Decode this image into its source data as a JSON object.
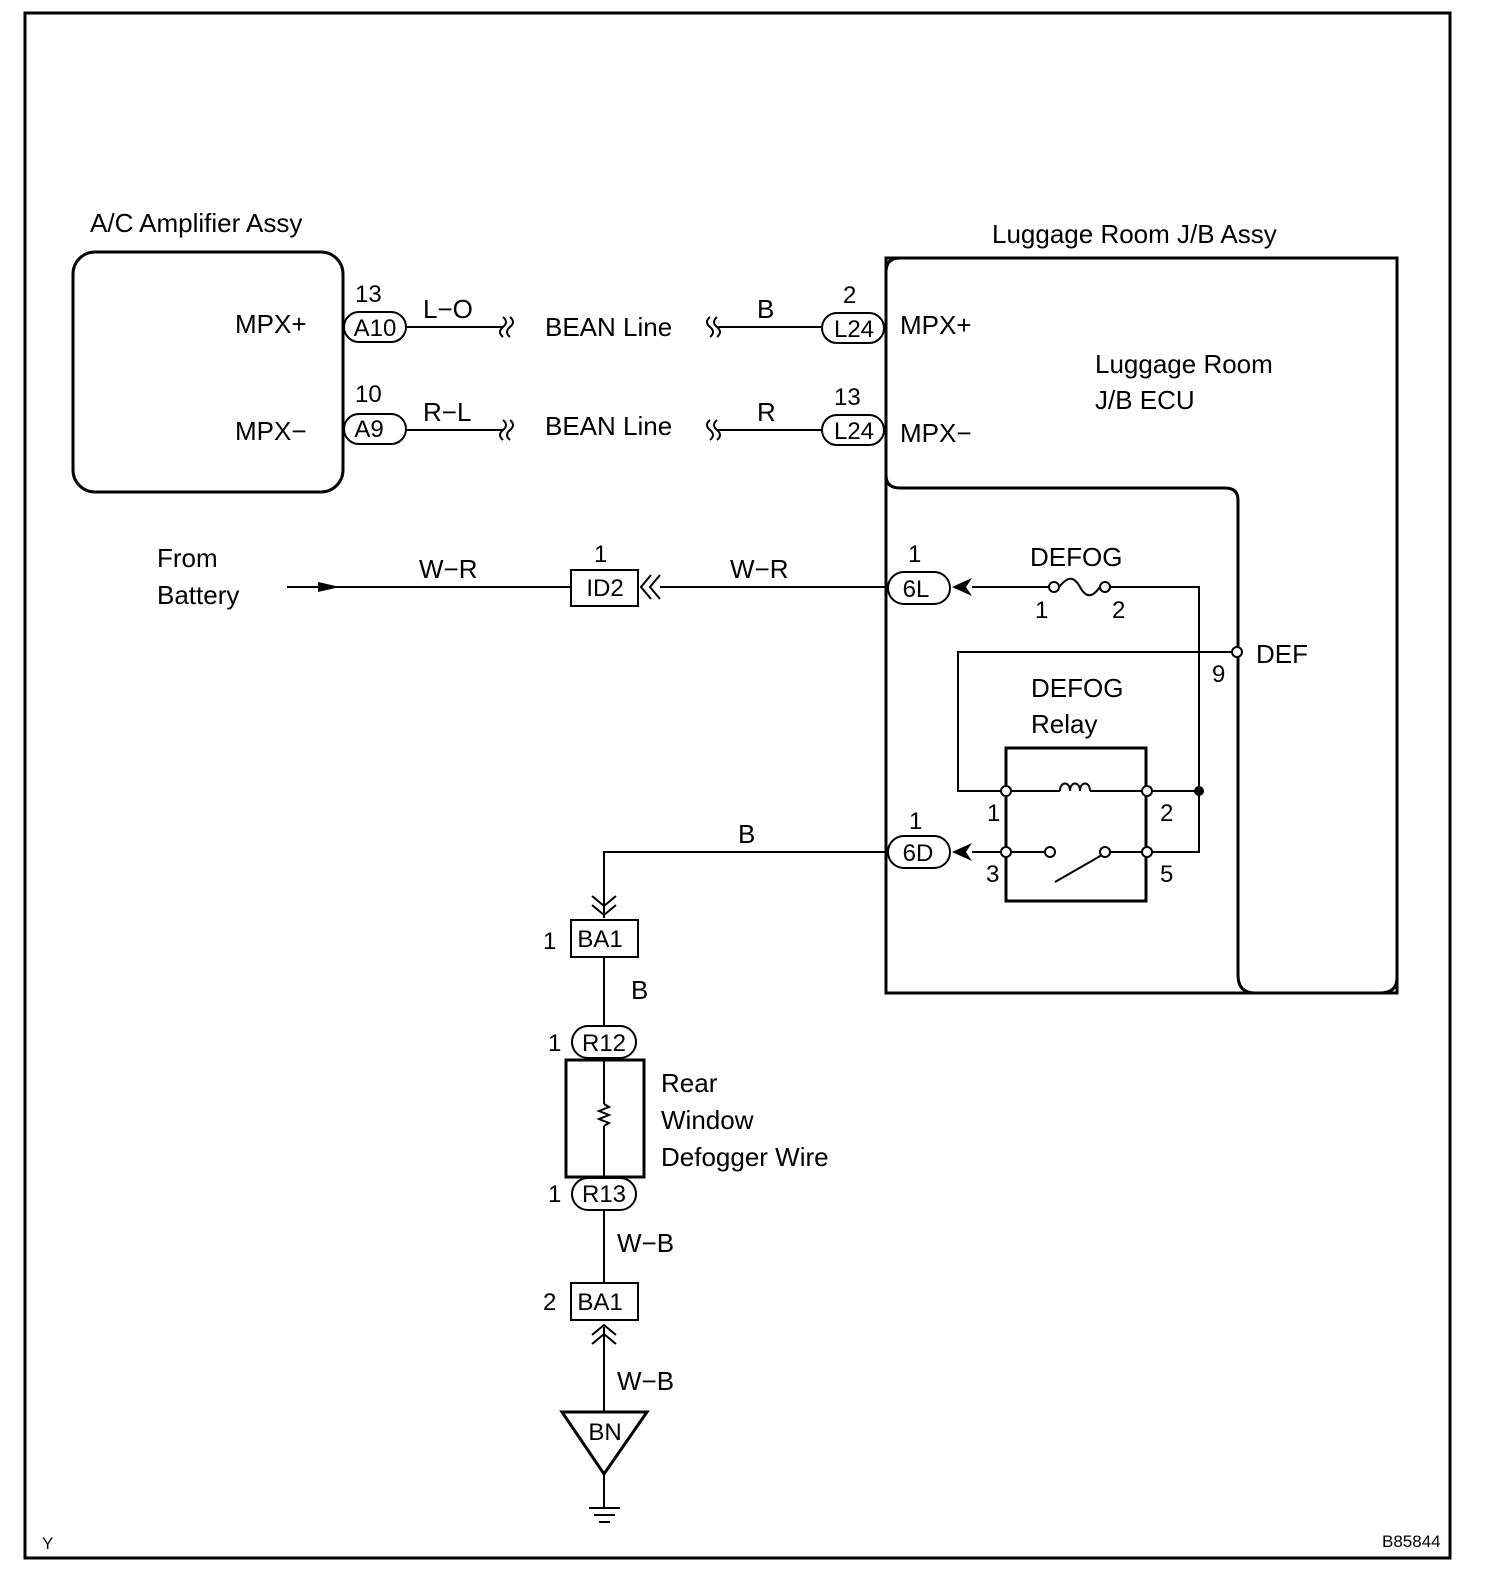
{
  "components": {
    "ac_amp": {
      "title": "A/C Amplifier Assy",
      "mpx_plus": "MPX+",
      "mpx_minus": "MPX−"
    },
    "jb": {
      "title": "Luggage Room J/B Assy",
      "ecu_line1": "Luggage Room",
      "ecu_line2": "J/B ECU",
      "mpx_plus": "MPX+",
      "mpx_minus": "MPX−",
      "def": "DEF",
      "def_pin": "9"
    },
    "battery": {
      "line1": "From",
      "line2": "Battery"
    },
    "fuse": {
      "name": "DEFOG",
      "pin1": "1",
      "pin2": "2"
    },
    "relay": {
      "line1": "DEFOG",
      "line2": "Relay",
      "pin1": "1",
      "pin2": "2",
      "pin3": "3",
      "pin5": "5"
    },
    "defogger": {
      "line1": "Rear",
      "line2": "Window",
      "line3": "Defogger Wire"
    },
    "ground": {
      "name": "BN"
    }
  },
  "connectors": {
    "a10": {
      "id": "A10",
      "pin": "13"
    },
    "a9": {
      "id": "A9",
      "pin": "10"
    },
    "l24_top": {
      "id": "L24",
      "pin": "2"
    },
    "l24_bot": {
      "id": "L24",
      "pin": "13"
    },
    "id2": {
      "id": "ID2",
      "pin": "1"
    },
    "six_l": {
      "id": "6L",
      "pin": "1"
    },
    "six_d": {
      "id": "6D",
      "pin": "1"
    },
    "ba1_top": {
      "id": "BA1",
      "pin": "1"
    },
    "r12": {
      "id": "R12",
      "pin": "1"
    },
    "r13": {
      "id": "R13",
      "pin": "1"
    },
    "ba1_bot": {
      "id": "BA1",
      "pin": "2"
    }
  },
  "wires": {
    "lo": "L−O",
    "rl": "R−L",
    "b_top": "B",
    "r_right": "R",
    "wr_left": "W−R",
    "wr_right": "W−R",
    "b_6d": "B",
    "b_ba1": "B",
    "wb_1": "W−B",
    "wb_2": "W−B"
  },
  "bean": {
    "line1": "BEAN Line",
    "line2": "BEAN Line"
  },
  "corner_left": "Y",
  "corner_right": "B85844"
}
